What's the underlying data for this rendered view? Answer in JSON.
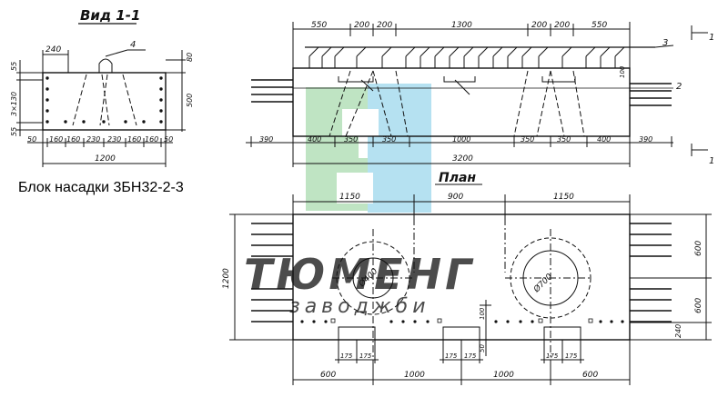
{
  "caption": "Блок насадки 3БН32-2-3",
  "section_view": {
    "title": "Вид 1-1",
    "dims_top": [
      "240"
    ],
    "callout": "4",
    "dims_left": [
      "55",
      "3×130",
      "55"
    ],
    "dims_right": [
      "80",
      "500"
    ],
    "dims_bottom": [
      "50",
      "160",
      "160",
      "230",
      "230",
      "160",
      "160",
      "50"
    ],
    "overall_width": "1200"
  },
  "elevation": {
    "dims_top": [
      "550",
      "200",
      "200",
      "1300",
      "200",
      "200",
      "550"
    ],
    "callouts": [
      "3",
      "2"
    ],
    "dim_small": "100",
    "dims_bottom": [
      "390",
      "400",
      "350",
      "350",
      "1000",
      "350",
      "350",
      "400",
      "390"
    ],
    "overall_length": "3200",
    "section_mark": "1"
  },
  "plan": {
    "title": "План",
    "dims_top": [
      "1150",
      "900",
      "1150"
    ],
    "height_left": "1200",
    "dims_right": [
      "600",
      "600",
      "240"
    ],
    "hole_left": "Ø400",
    "hole_right": "Ø700",
    "dims_small_center": [
      "100",
      "50"
    ],
    "dims_pockets": [
      "175",
      "175"
    ],
    "dims_bottom": [
      "600",
      "1000",
      "1000",
      "600"
    ]
  },
  "watermark": {
    "text": "ТЮМЕНГ",
    "subtext": "заводжби",
    "colors": {
      "green": "#b5e0b9",
      "blue": "#a9dcef"
    }
  }
}
